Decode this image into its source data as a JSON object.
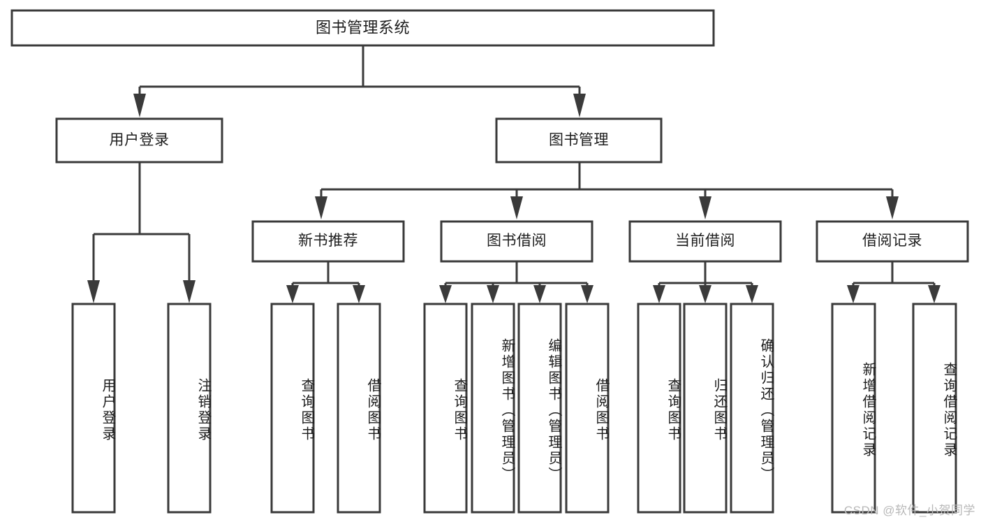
{
  "diagram": {
    "title": "图书管理系统",
    "type": "tree",
    "root": {
      "label": "图书管理系统"
    },
    "level2": [
      {
        "label": "用户登录"
      },
      {
        "label": "图书管理"
      }
    ],
    "level3": [
      {
        "label": "新书推荐"
      },
      {
        "label": "图书借阅"
      },
      {
        "label": "当前借阅"
      },
      {
        "label": "借阅记录"
      }
    ],
    "leaves": {
      "user_login": [
        {
          "label": "用户登录"
        },
        {
          "label": "注销登录"
        }
      ],
      "new_book_recommend": [
        {
          "label": "查询图书"
        },
        {
          "label": "借阅图书"
        }
      ],
      "book_borrow": [
        {
          "label": "查询图书"
        },
        {
          "label": "新增图书（管理员）"
        },
        {
          "label": "编辑图书（管理员）"
        },
        {
          "label": "借阅图书"
        }
      ],
      "current_borrow": [
        {
          "label": "查询图书"
        },
        {
          "label": "归还图书"
        },
        {
          "label": "确认归还（管理员）"
        }
      ],
      "borrow_record": [
        {
          "label": "新增借阅记录"
        },
        {
          "label": "查询借阅记录"
        }
      ]
    }
  },
  "watermark": {
    "text": "CSDN @软件_小贺同学"
  },
  "colors": {
    "stroke": "#3a3a3a",
    "box_fill": "#ffffff",
    "text": "#1d1d1d",
    "background": "#ffffff",
    "watermark": "#b8b8b8"
  }
}
